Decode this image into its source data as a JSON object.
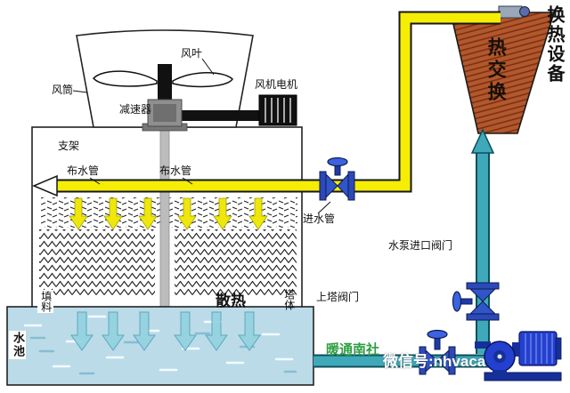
{
  "labels": {
    "fan_blade": "风叶",
    "fan_duct": "风筒",
    "fan_motor": "风机电机",
    "reducer": "减速器",
    "support_frame": "支架",
    "distribution_pipe_left": "布水管",
    "distribution_pipe_right": "布水管",
    "inlet_pipe": "进水管",
    "fill_media": "填料",
    "heat_dissipation": "散热",
    "tower_body": "塔体",
    "tower_valve": "上塔阀门",
    "pump_inlet_valve": "水泵进口阀门",
    "water_pool": "水池",
    "heat_exchange": "热交换",
    "heat_exchange_equipment": "换热设备"
  },
  "watermark": {
    "brand": "暖通南社",
    "wechat": "微信号:nhvaca"
  },
  "colors": {
    "hot_pipe_yellow": "#f6ed05",
    "cold_pipe_teal": "#3fa9ba",
    "heat_exchanger_brown": "#b2582e",
    "pool_blue": "#bcdbe8",
    "valve_blue": "#2f55c8",
    "pump_blue": "#2340cf",
    "watermark_green": "#2f9e44"
  }
}
